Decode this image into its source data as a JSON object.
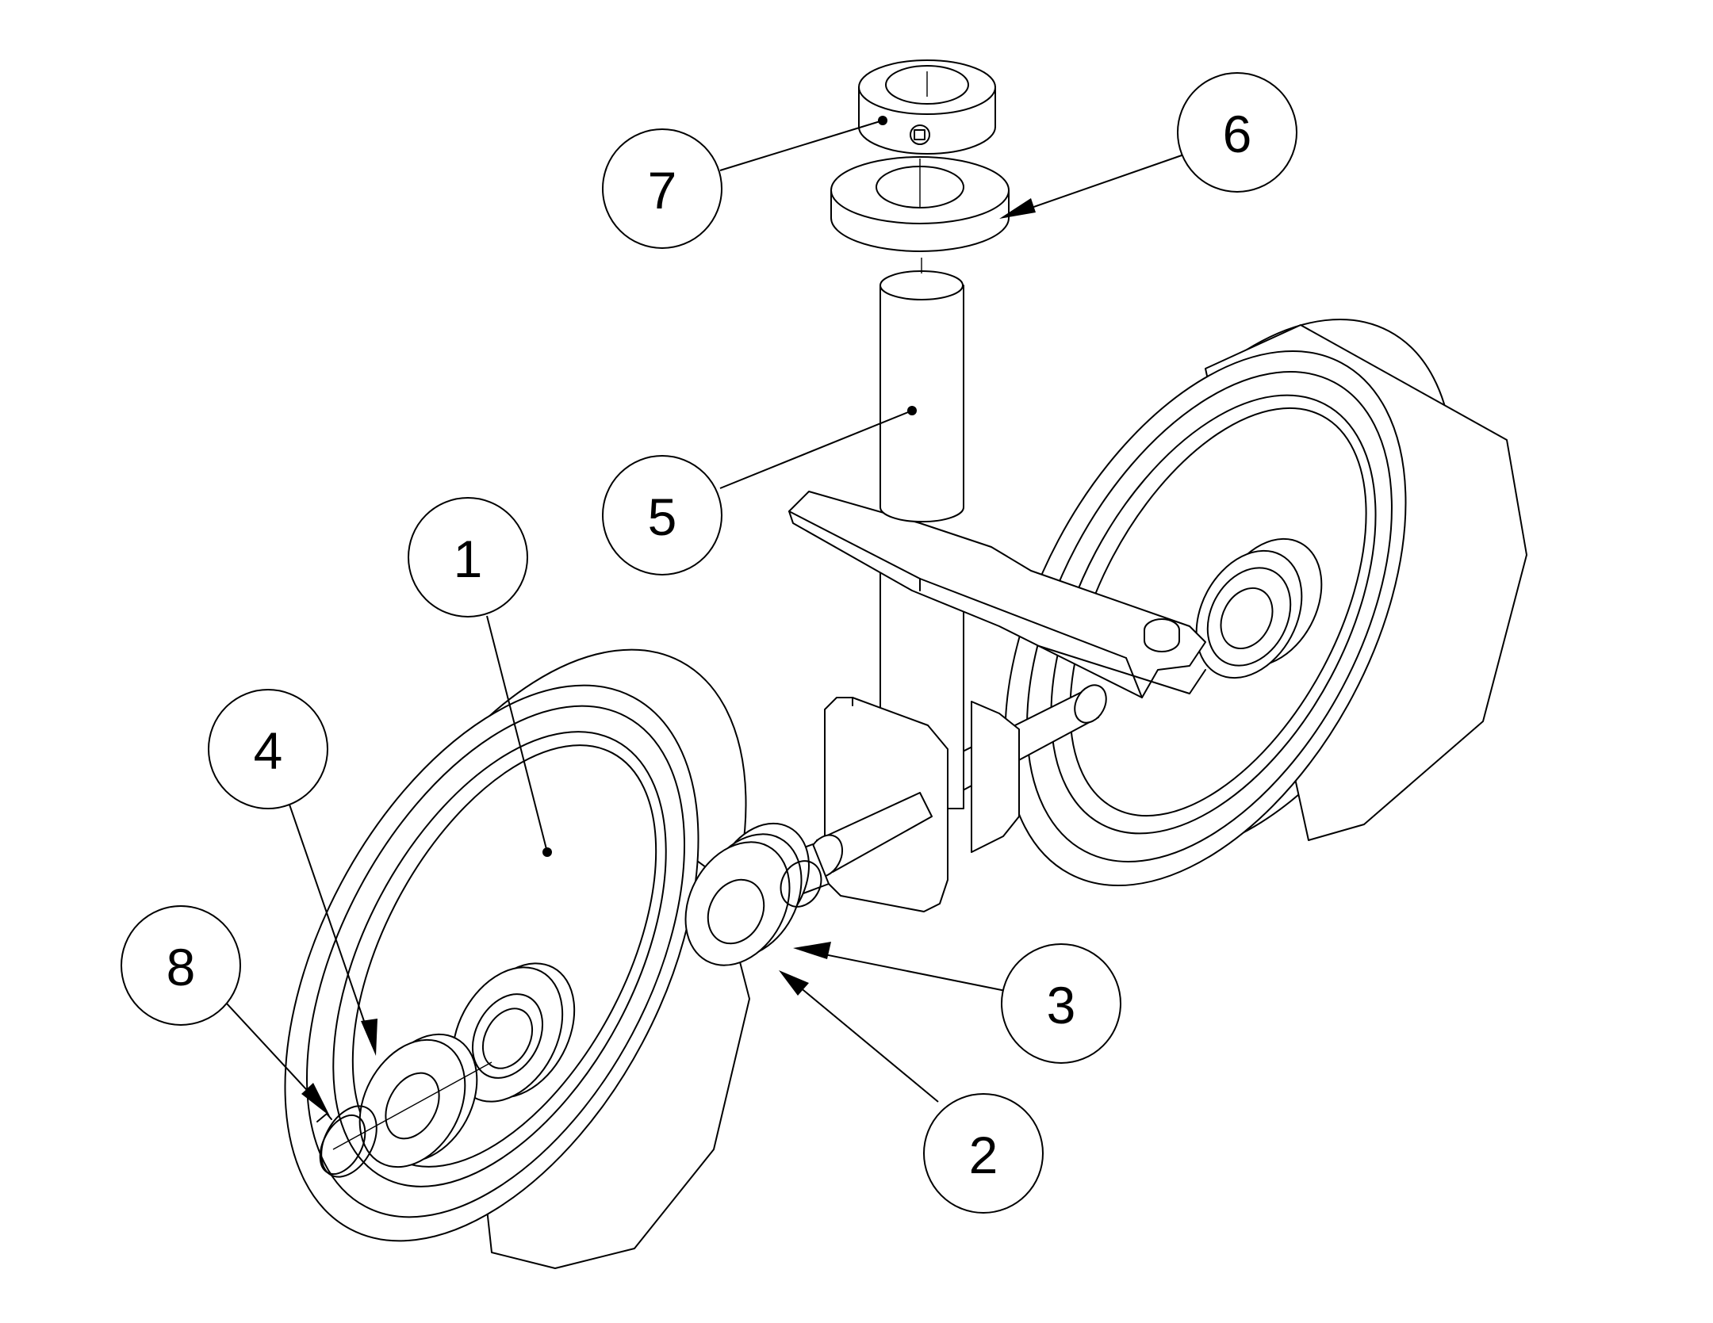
{
  "balloons": [
    {
      "label": "1",
      "part": "wheel"
    },
    {
      "label": "2",
      "part": "washer"
    },
    {
      "label": "3",
      "part": "washer"
    },
    {
      "label": "4",
      "part": "washer"
    },
    {
      "label": "5",
      "part": "fork-stem"
    },
    {
      "label": "6",
      "part": "washer"
    },
    {
      "label": "7",
      "part": "shaft-collar"
    },
    {
      "label": "8",
      "part": "retaining-ring"
    }
  ],
  "colors": {
    "line": "#000000",
    "background": "#ffffff"
  }
}
